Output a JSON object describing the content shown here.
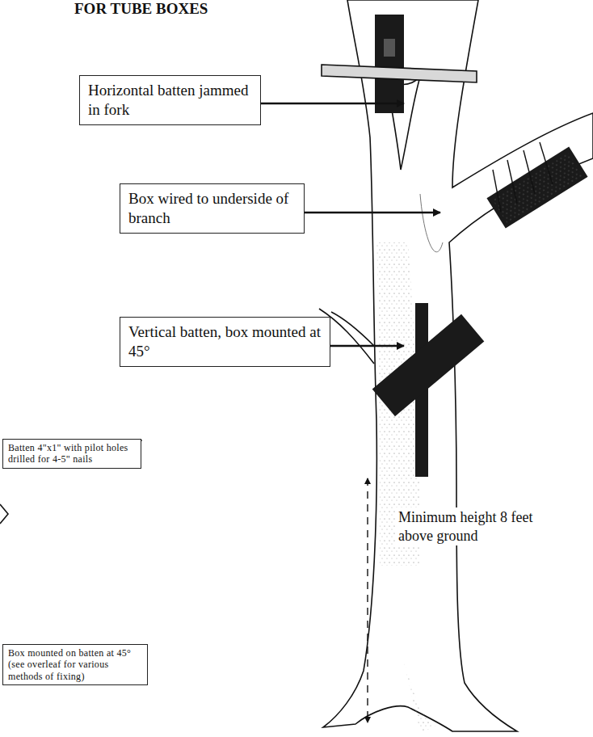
{
  "diagram": {
    "title": "FOR TUBE BOXES",
    "nodes": [
      {
        "text": [
          "Horizontal batten jammed in fork"
        ]
      },
      {
        "text": [
          "Box wired to underside of branch"
        ]
      },
      {
        "text": [
          "Vertical batten, box mounted at 45°"
        ]
      },
      {
        "text": [
          "Batten 4\"x1\" with pilot holes drilled for 4-5\" nails"
        ]
      },
      {
        "text": [
          "Box mounted on batten at 45° (see overleaf for various methods of fixing)"
        ]
      }
    ],
    "labels": [
      "Minimum height 8 feet above ground"
    ]
  }
}
